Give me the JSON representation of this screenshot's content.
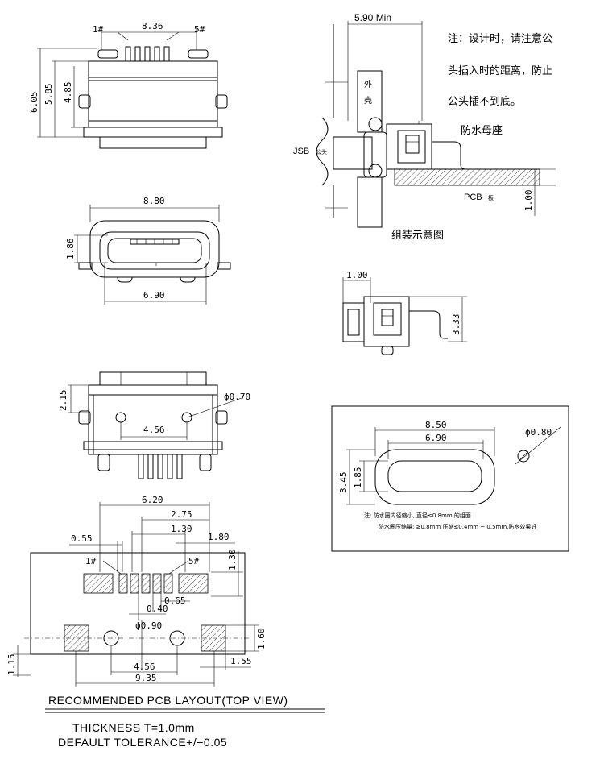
{
  "view_top": {
    "dim_pitch": "8.36",
    "pin_first": "1#",
    "pin_last": "5#",
    "dim_h1": "6.05",
    "dim_h2": "5.85",
    "dim_h3": "4.85"
  },
  "view_front": {
    "dim_width": "8.80",
    "dim_opening_h": "1.86",
    "dim_opening_w": "6.90"
  },
  "view_bottom": {
    "dim_height": "2.15",
    "dim_hole": "ϕ0.70",
    "dim_hole_pitch": "4.56"
  },
  "pcb_layout": {
    "dim_620": "6.20",
    "dim_275": "2.75",
    "dim_130a": "1.30",
    "dim_055": "0.55",
    "dim_180": "1.80",
    "dim_130b": "1.30",
    "pin_first": "1#",
    "pin_last": "5#",
    "dim_065": "0.65",
    "dim_040": "0.40",
    "dim_090": "ϕ0.90",
    "dim_160": "1.60",
    "dim_115": "1.15",
    "dim_155": "1.55",
    "dim_456": "4.56",
    "dim_935": "9.35",
    "title": "RECOMMENDED PCB LAYOUT(TOP VIEW)"
  },
  "assembly": {
    "dim_min": "5.90 Min",
    "note_line1": "注：设计时，请注意公",
    "note_line2": "头插入时的距离，防止",
    "note_line3": "公头插不到底。",
    "shell_label_1": "外",
    "shell_label_2": "壳",
    "socket_label": "防水母座",
    "plug_label": "JSB",
    "plug_suffix": "公头",
    "pcb_label": "PCB",
    "pcb_suffix": "板",
    "dim_pcb_thk": "1.00",
    "caption": "组装示意图"
  },
  "side_view": {
    "dim_width": "1.00",
    "dim_height": "3.33"
  },
  "panel_cutout": {
    "dim_outer_w": "8.50",
    "dim_inner_w": "6.90",
    "dim_hole": "ϕ0.80",
    "dim_outer_h": "3.45",
    "dim_inner_h": "1.85",
    "note1": "注: 防水圈内径缩小, 直径≤0.8mm 的组面",
    "note2": "防水圈压缩量: ≥0.8mm 压缩≤0.4mm  ~  0.5mm,防水效果好"
  },
  "footer": {
    "thickness": "THICKNESS T=1.0mm",
    "tolerance": "DEFAULT TOLERANCE+/−0.05"
  }
}
